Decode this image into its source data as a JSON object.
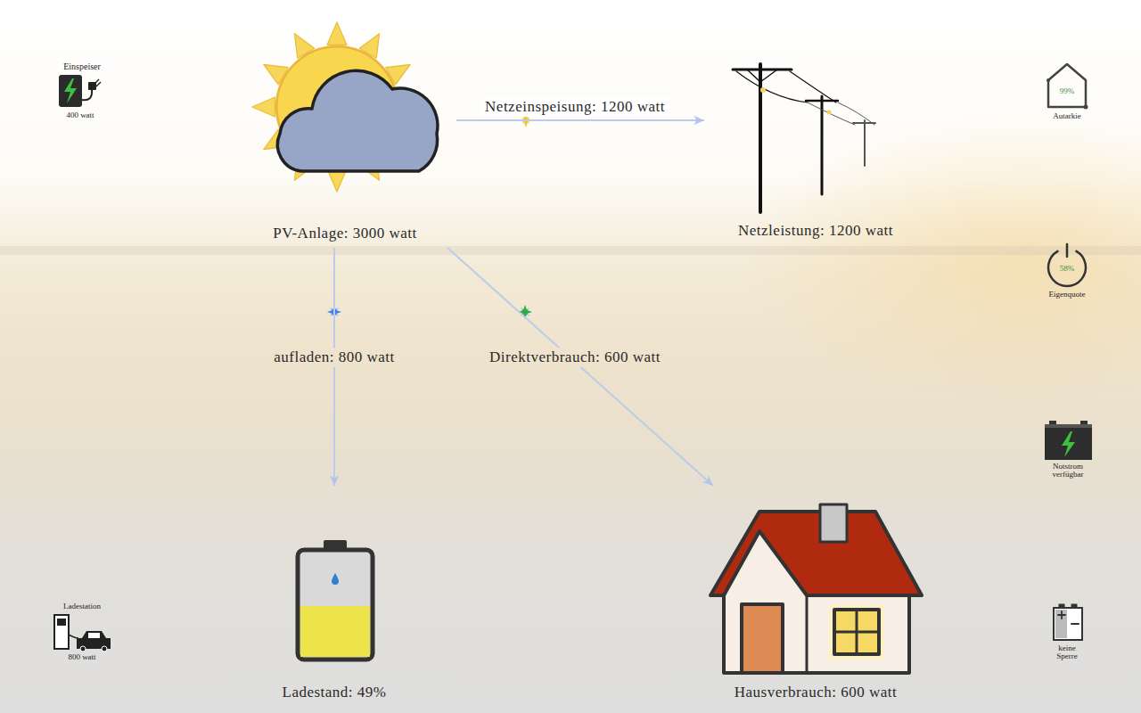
{
  "diagram": {
    "nodes": [
      {
        "text": [
          "PV-Anlage: 3000 watt"
        ]
      },
      {
        "text": [
          "Netzleistung: 1200 watt"
        ]
      },
      {
        "text": [
          "Ladestand: 49%"
        ]
      },
      {
        "text": [
          "Hausverbrauch: 600 watt"
        ]
      }
    ],
    "edges": [
      {
        "from": 0,
        "to": 1,
        "arrow": "to",
        "label": "Netzeinspeisung: 1200 watt"
      },
      {
        "from": 0,
        "to": 2,
        "arrow": "to",
        "label": "aufladen: 800 watt"
      },
      {
        "from": 0,
        "to": 3,
        "arrow": "to",
        "label": "Direktverbrauch: 600 watt"
      }
    ],
    "labels": [
      "Einspeiser",
      "400 watt",
      "99%",
      "Autarkie",
      "58%",
      "Eigenquote",
      "Notstrom verfügbar",
      "Ladestation",
      "800 watt",
      "keine Sperre"
    ]
  }
}
